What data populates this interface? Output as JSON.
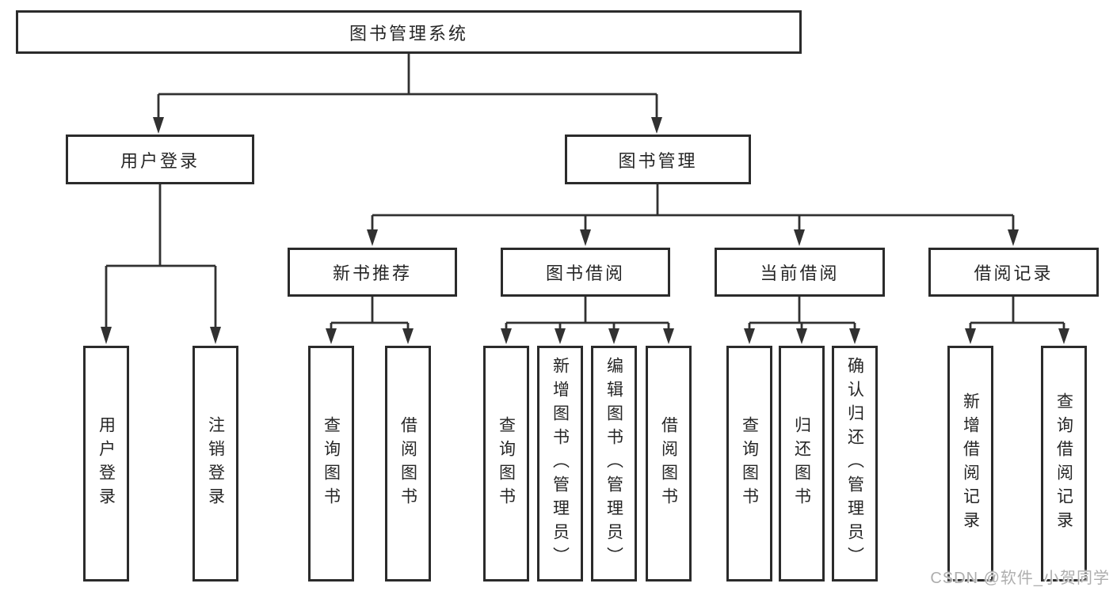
{
  "tree": {
    "root": {
      "label": "图书管理系统"
    },
    "children": [
      {
        "label": "用户登录",
        "children": [
          {
            "label": "用户登录"
          },
          {
            "label": "注销登录"
          }
        ]
      },
      {
        "label": "图书管理",
        "children": [
          {
            "label": "新书推荐",
            "children": [
              {
                "label": "查询图书"
              },
              {
                "label": "借阅图书"
              }
            ]
          },
          {
            "label": "图书借阅",
            "children": [
              {
                "label": "查询图书"
              },
              {
                "label": "新增图书（管理员）"
              },
              {
                "label": "编辑图书（管理员）"
              },
              {
                "label": "借阅图书"
              }
            ]
          },
          {
            "label": "当前借阅",
            "children": [
              {
                "label": "查询图书"
              },
              {
                "label": "归还图书"
              },
              {
                "label": "确认归还（管理员）"
              }
            ]
          },
          {
            "label": "借阅记录",
            "children": [
              {
                "label": "新增借阅记录"
              },
              {
                "label": "查询借阅记录"
              }
            ]
          }
        ]
      }
    ]
  },
  "watermark": {
    "text": "CSDN @软件_小贺同学"
  },
  "colors": {
    "line": "#313131",
    "box_border": "#2b2b2b",
    "text": "#262626",
    "watermark": "#aeaeae",
    "background": "#ffffff"
  }
}
